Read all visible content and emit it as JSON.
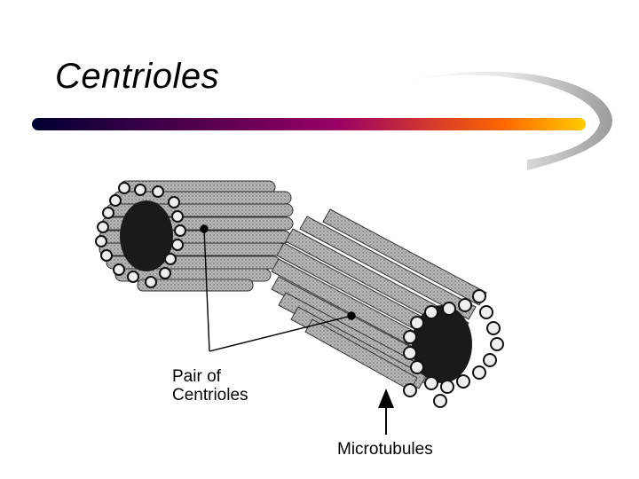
{
  "slide": {
    "title": "Centrioles"
  },
  "labels": {
    "pair_line1": "Pair of",
    "pair_line2": "Centrioles",
    "microtubules": "Microtubules"
  },
  "colors": {
    "swoosh_start": "#000033",
    "swoosh_mid": "#990066",
    "swoosh_end": "#ffcc00"
  }
}
